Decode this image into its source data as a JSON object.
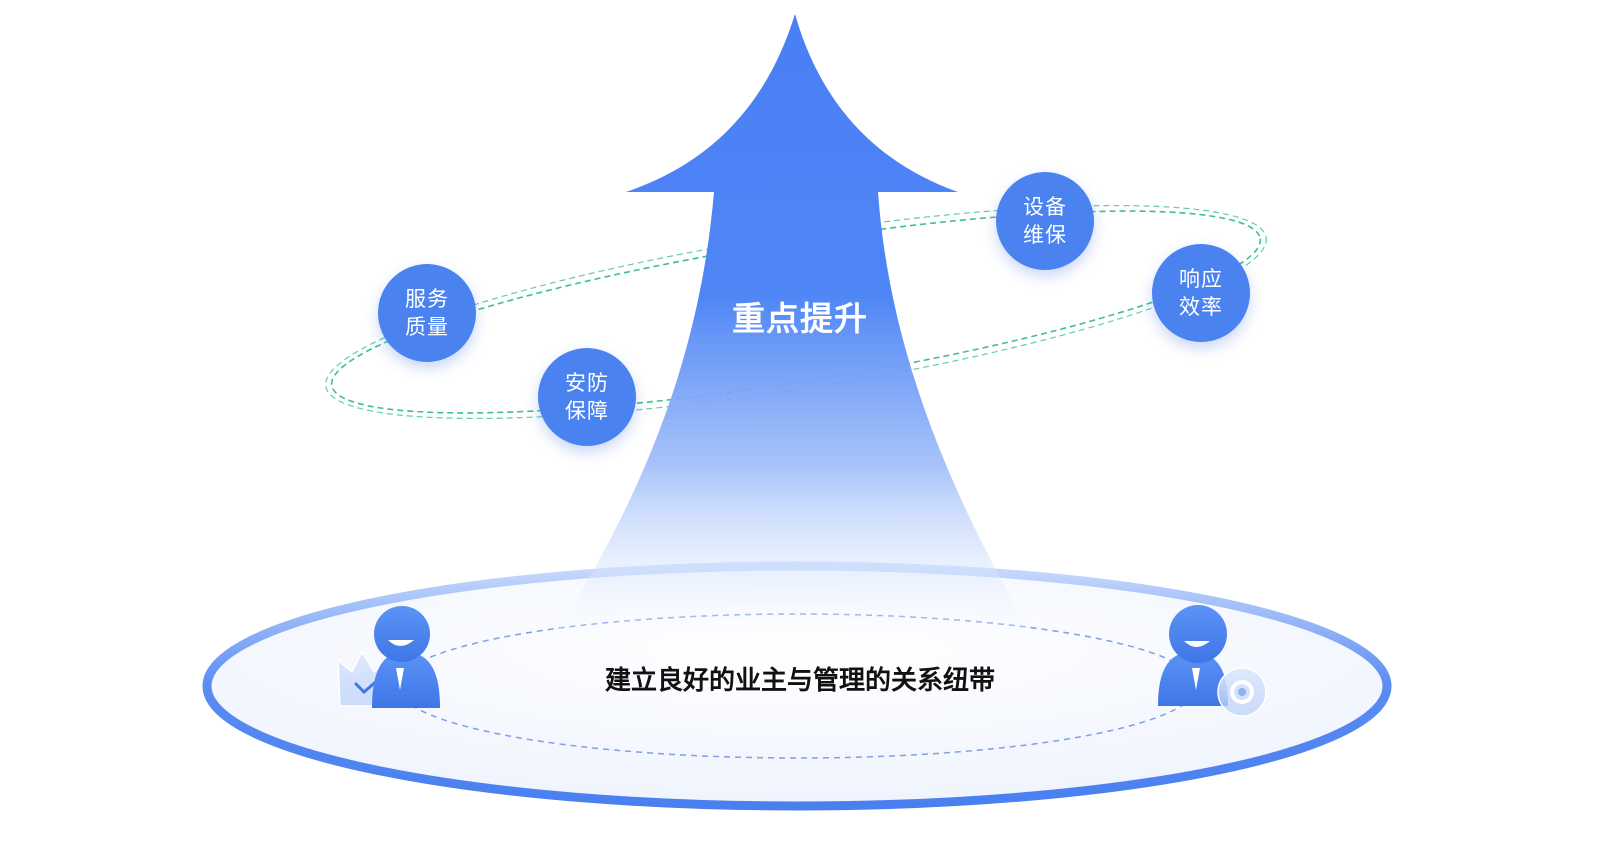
{
  "diagram": {
    "arrow_label": "重点提升",
    "base_label": "建立良好的业主与管理的关系纽带",
    "nodes": [
      {
        "id": "service-quality",
        "label": "服务质量"
      },
      {
        "id": "security",
        "label": "安防保障"
      },
      {
        "id": "equipment-maintenance",
        "label": "设备维保"
      },
      {
        "id": "response-efficiency",
        "label": "响应效率"
      }
    ],
    "figures": [
      {
        "id": "owner",
        "icon": "person-with-crown-icon"
      },
      {
        "id": "manager",
        "icon": "person-with-gear-icon"
      }
    ]
  },
  "colors": {
    "primary_blue": "#4a82f0",
    "arrow_blue": "#4a7ff5",
    "orbit_green": "#3fbf8f",
    "ring_blue": "#5a8cf2",
    "text_dark": "#111111"
  }
}
